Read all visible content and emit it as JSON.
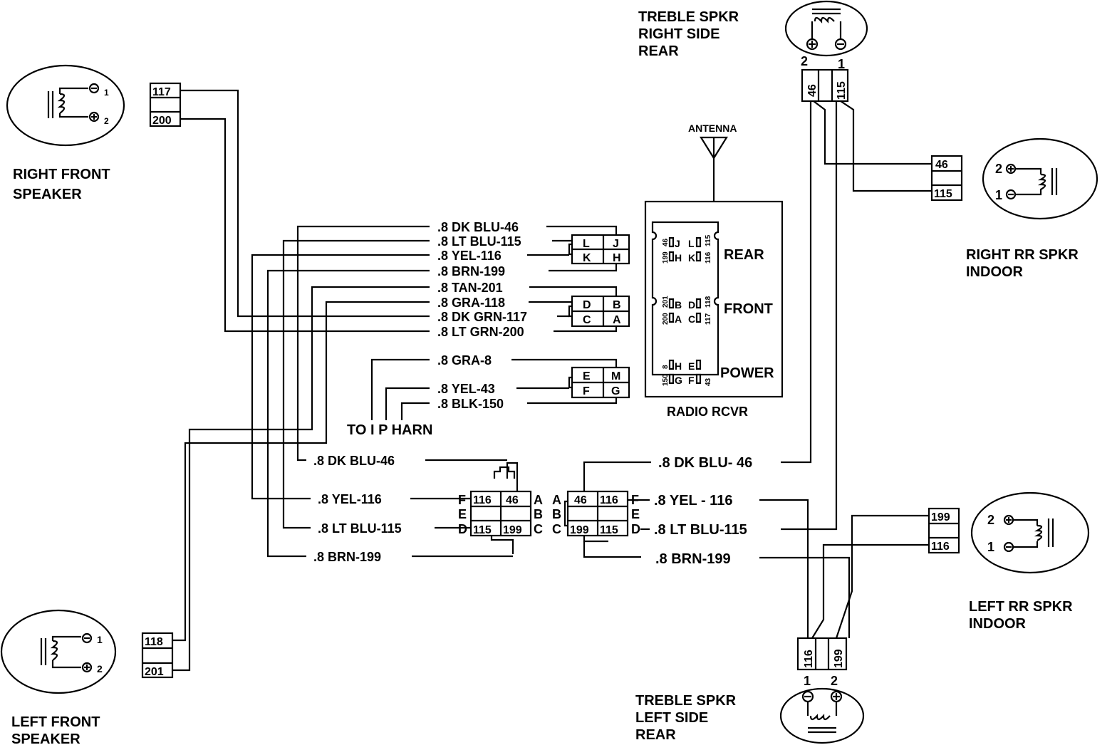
{
  "speakers": {
    "right_front": {
      "title_line1": "RIGHT FRONT",
      "title_line2": "SPEAKER",
      "pin1": "1",
      "pin2": "2",
      "conn_top": "117",
      "conn_bottom": "200"
    },
    "left_front": {
      "title_line1": "LEFT FRONT",
      "title_line2": "SPEAKER",
      "pin1": "1",
      "pin2": "2",
      "conn_top": "118",
      "conn_bottom": "201"
    },
    "treble_right": {
      "title_line1": "TREBLE SPKR",
      "title_line2": "RIGHT SIDE",
      "title_line3": "REAR",
      "pin_left": "2",
      "pin_right": "1",
      "conn_left": "46",
      "conn_right": "115"
    },
    "treble_left": {
      "title_line1": "TREBLE SPKR",
      "title_line2": "LEFT SIDE",
      "title_line3": "REAR",
      "pin_left": "1",
      "pin_right": "2",
      "conn_left": "116",
      "conn_right": "199"
    },
    "right_rr": {
      "title_line1": "RIGHT  RR  SPKR",
      "title_line2": "INDOOR",
      "pin_top": "2",
      "pin_bottom": "1",
      "conn_top": "46",
      "conn_bottom": "115"
    },
    "left_rr": {
      "title_line1": "LEFT RR SPKR",
      "title_line2": "INDOOR",
      "pin_top": "2",
      "pin_bottom": "1",
      "conn_top": "199",
      "conn_bottom": "116"
    }
  },
  "radio": {
    "antenna_label": "ANTENNA",
    "caption": "RADIO RCVR",
    "section_rear": "REAR",
    "section_front": "FRONT",
    "section_power": "POWER",
    "pins": {
      "r_left_num": "46",
      "r_left_num2": "199",
      "r_right_num": "115",
      "r_right_num2": "116",
      "f_left_num": "201",
      "f_left_num2": "200",
      "f_right_num": "118",
      "f_right_num2": "117",
      "p_left_num": "8",
      "p_left_num2": "150",
      "p_right_num": "43",
      "J": "J",
      "H": "H",
      "L": "L",
      "K": "K",
      "B": "B",
      "A": "A",
      "D": "D",
      "C": "C",
      "G": "G",
      "E": "E",
      "F": "F"
    }
  },
  "wire_labels": {
    "dkblu46": ".8  DK BLU-46",
    "ltblu115": ".8  LT BLU-115",
    "yel116": ".8  YEL-116",
    "brn199": ".8  BRN-199",
    "tan201": ".8  TAN-201",
    "gra118": ".8  GRA-118",
    "dkgrn117": ".8  DK GRN-117",
    "ltgrn200": ".8  LT GRN-200",
    "gra8": ".8  GRA-8",
    "yel43": ".8  YEL-43",
    "blk150": ".8  BLK-150",
    "ip_harn": "TO  I  P  HARN",
    "l_dkblu46": ".8  DK BLU-46",
    "l_yel116": ".8  YEL-116",
    "l_ltblu115": ".8  LT BLU-115",
    "l_brn199": ".8  BRN-199",
    "r_dkblu46": ".8  DK  BLU- 46",
    "r_yel116": ".8  YEL - 116",
    "r_ltblu115": ".8  LT  BLU-115",
    "r_brn199": ".8  BRN-199"
  },
  "connectors": {
    "rear_plug": {
      "L": "L",
      "J": "J",
      "K": "K",
      "H": "H"
    },
    "front_plug": {
      "D": "D",
      "B": "B",
      "C": "C",
      "A": "A"
    },
    "power_plug": {
      "E": "E",
      "M": "M",
      "F": "F",
      "G": "G"
    },
    "mid_left": {
      "c1": "116",
      "c2": "46",
      "c3": "115",
      "c4": "199",
      "F": "F",
      "E": "E",
      "D": "D",
      "A": "A",
      "B": "B",
      "C": "C"
    },
    "mid_right": {
      "c1": "46",
      "c2": "116",
      "c3": "199",
      "c4": "115",
      "A": "A",
      "B": "B",
      "C": "C",
      "F": "F",
      "E": "E",
      "D": "D"
    }
  }
}
